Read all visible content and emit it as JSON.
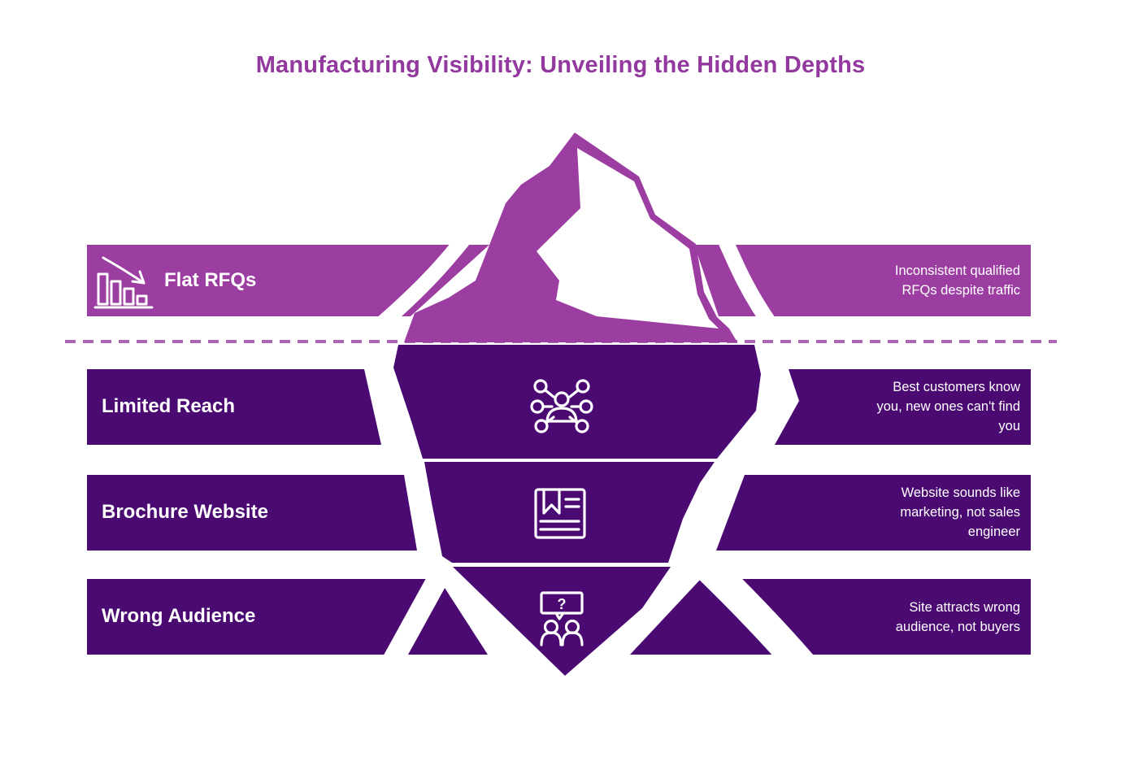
{
  "title": "Manufacturing Visibility: Unveiling the Hidden Depths",
  "colors": {
    "title": "#92389E",
    "above_water": "#9B3DA1",
    "below_water": "#4A0A72",
    "waterline": "#AC64B4",
    "band_text": "#FFFFFF"
  },
  "iceberg": {
    "above_water_section": "tip",
    "below_water_sections": 3
  },
  "rows": [
    {
      "label": "Flat RFQs",
      "note": "Inconsistent qualified\nRFQs despite traffic",
      "icon": "declining-bar-chart-icon",
      "zone": "above-water"
    },
    {
      "label": "Limited Reach",
      "note": "Best customers know\nyou, new ones can't find\nyou",
      "icon": "person-network-icon",
      "zone": "below-water"
    },
    {
      "label": "Brochure Website",
      "note": "Website sounds like\nmarketing, not sales\nengineer",
      "icon": "brochure-document-icon",
      "zone": "below-water"
    },
    {
      "label": "Wrong Audience",
      "note": "Site attracts wrong\naudience, not buyers",
      "icon": "people-question-icon",
      "zone": "below-water"
    }
  ],
  "icons": {
    "question_mark": "?"
  }
}
